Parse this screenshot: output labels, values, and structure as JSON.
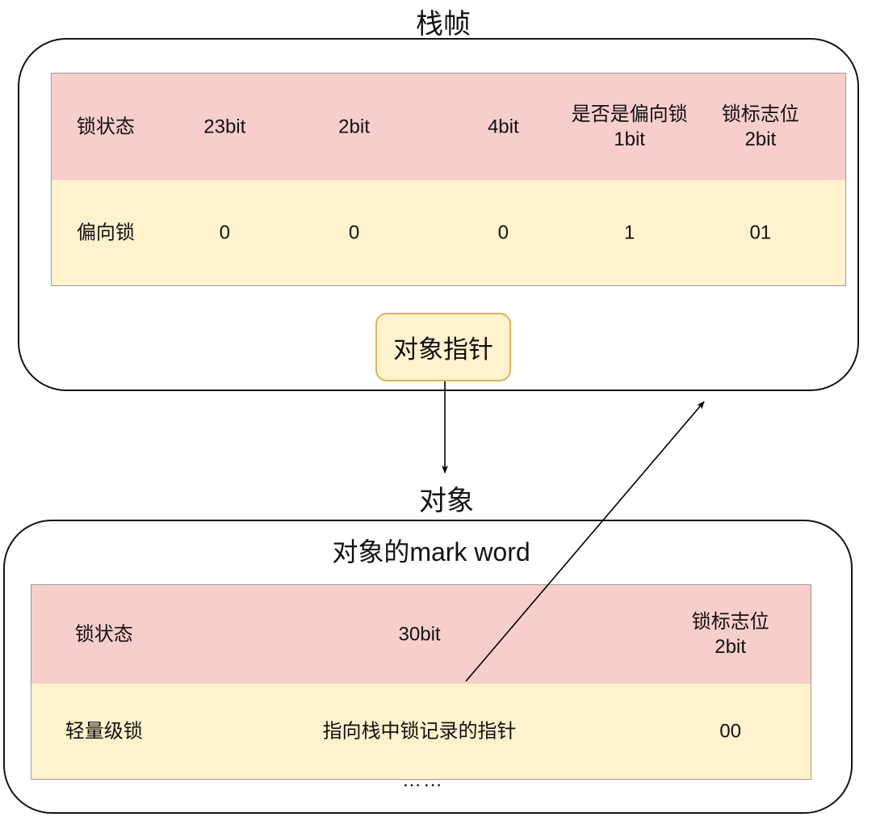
{
  "colors": {
    "header_fill": "#f8cecc",
    "row_fill": "#fff2cc",
    "pointer_box_border": "#d6b656",
    "container_border": "#141414",
    "table_border": "#9a9a9a",
    "arrow": "#000000"
  },
  "stack_frame": {
    "title": "栈帧",
    "table": {
      "header": [
        "锁状态",
        "23bit",
        "2bit",
        "4bit",
        "是否是偏向锁\n1bit",
        "锁标志位\n2bit"
      ],
      "row": [
        "偏向锁",
        "0",
        "0",
        "0",
        "1",
        "01"
      ]
    },
    "pointer_box_label": "对象指针"
  },
  "object_label": "对象",
  "mark_word": {
    "title": "对象的mark word",
    "table": {
      "header": [
        "锁状态",
        "30bit",
        "锁标志位\n2bit"
      ],
      "row": [
        "轻量级锁",
        "指向栈中锁记录的指针",
        "00"
      ]
    },
    "ellipsis": "……"
  }
}
